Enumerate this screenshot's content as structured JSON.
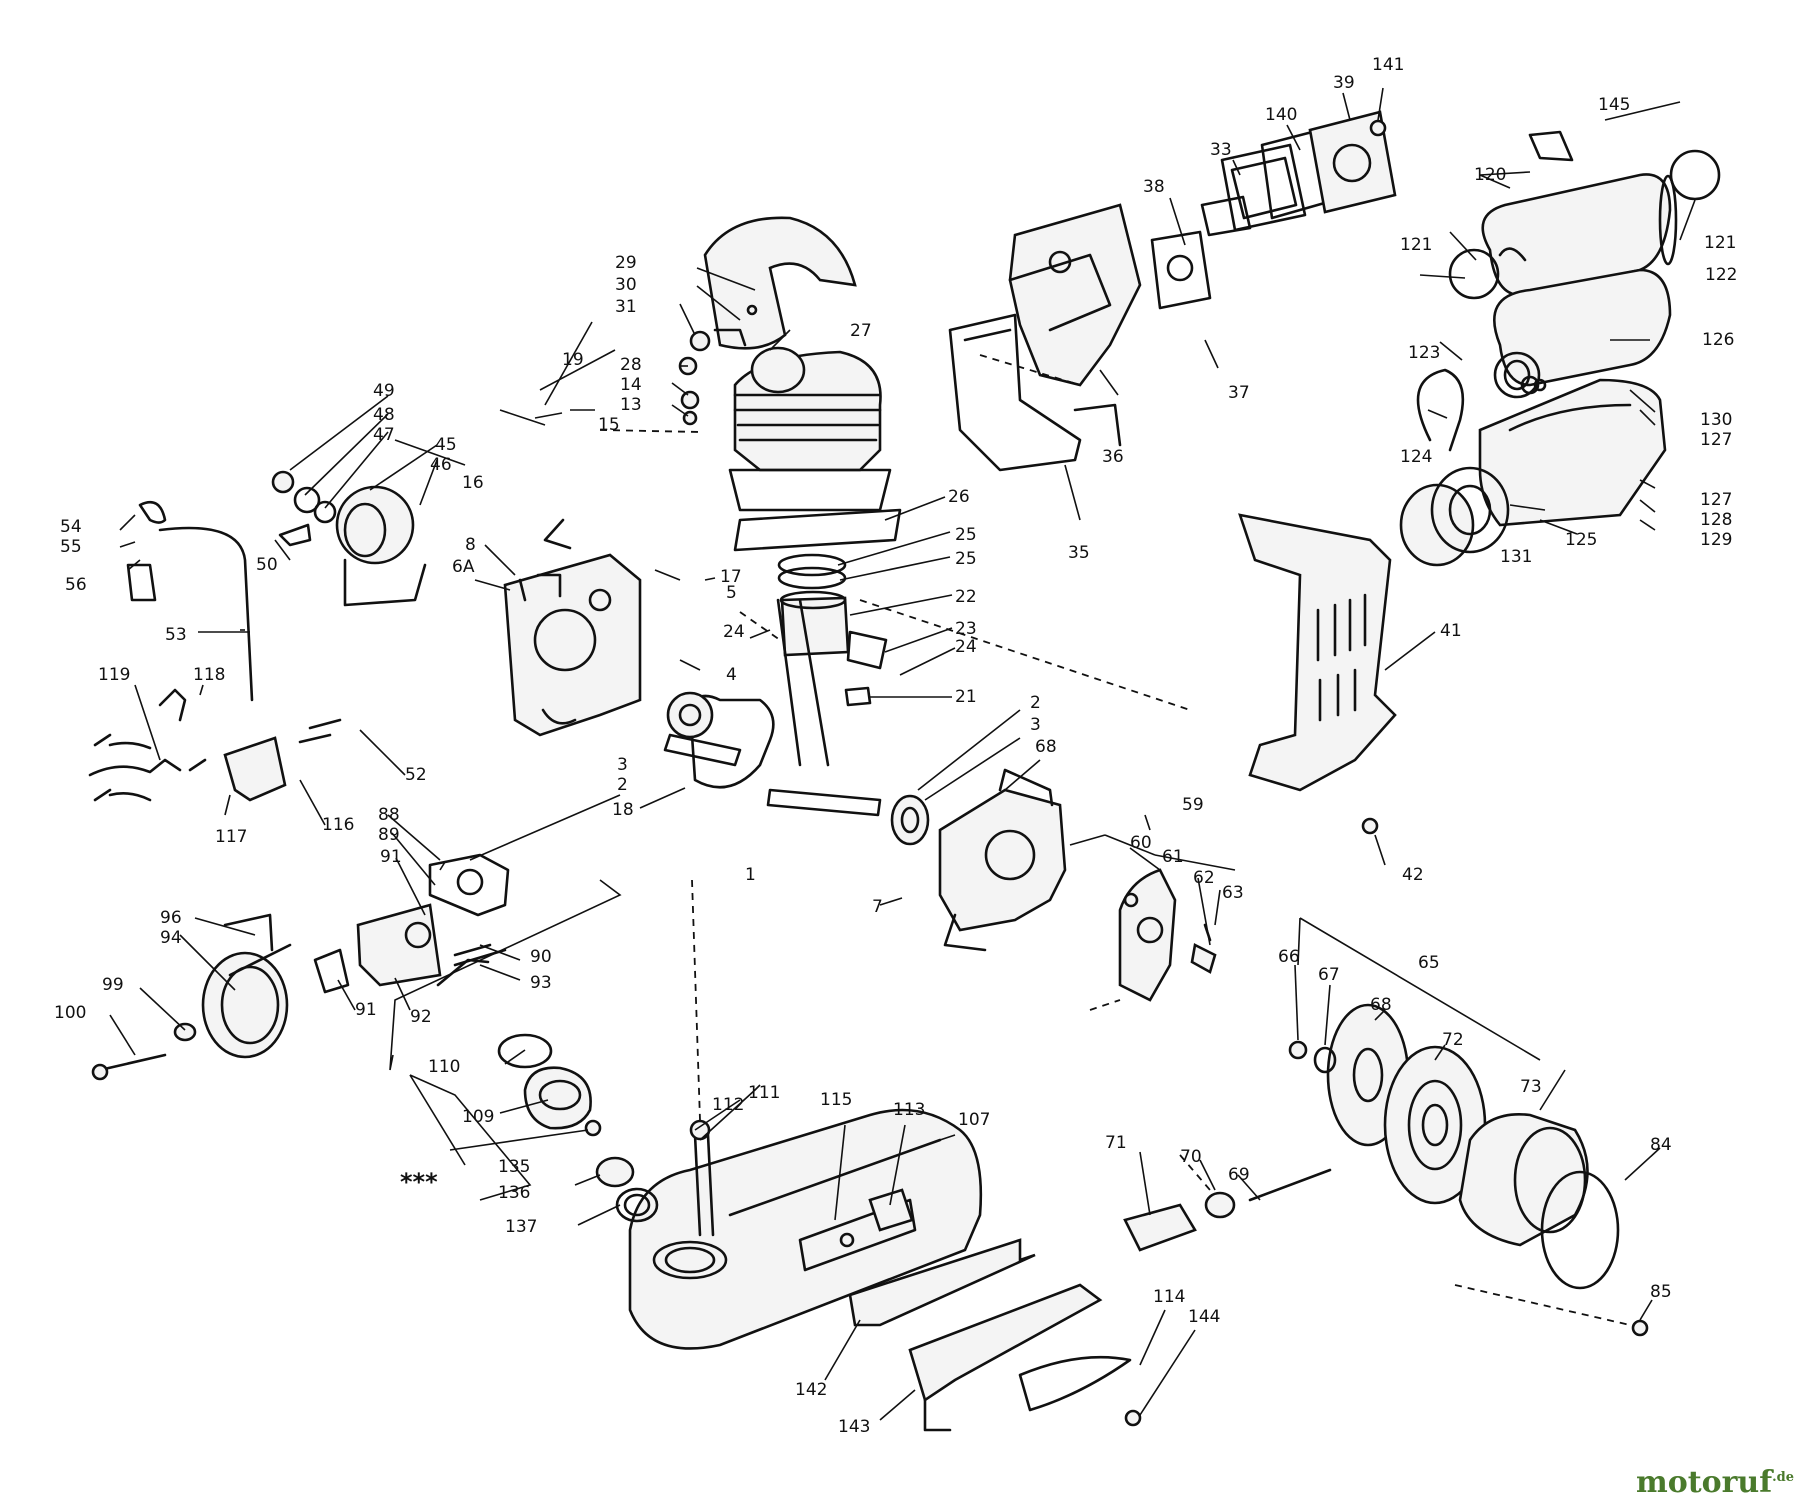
{
  "watermark": {
    "text": "motoruf",
    "tld": ".de",
    "color": "#4a7a2c",
    "dot_color": "#e8a400"
  },
  "callouts": {
    "c1": "1",
    "c2a": "2",
    "c2b": "2",
    "c3a": "3",
    "c3b": "3",
    "c4": "4",
    "c5": "5",
    "c6a": "6A",
    "c7": "7",
    "c8": "8",
    "c13": "13",
    "c14": "14",
    "c15": "15",
    "c16": "16",
    "c17": "17",
    "c18": "18",
    "c19": "19",
    "c21": "21",
    "c22": "22",
    "c23": "23",
    "c24a": "24",
    "c24b": "24",
    "c25a": "25",
    "c25b": "25",
    "c26": "26",
    "c27": "27",
    "c28": "28",
    "c29": "29",
    "c30": "30",
    "c31": "31",
    "c33": "33",
    "c35": "35",
    "c36": "36",
    "c37": "37",
    "c38": "38",
    "c39": "39",
    "c41": "41",
    "c42": "42",
    "c45": "45",
    "c46": "46",
    "c47": "47",
    "c48": "48",
    "c49": "49",
    "c50": "50",
    "c52": "52",
    "c53": "53",
    "c54": "54",
    "c55": "55",
    "c56": "56",
    "c59": "59",
    "c60": "60",
    "c61": "61",
    "c62": "62",
    "c63": "63",
    "c65": "65",
    "c66": "66",
    "c67": "67",
    "c68a": "68",
    "c68b": "68",
    "c69": "69",
    "c70": "70",
    "c71": "71",
    "c72": "72",
    "c73": "73",
    "c84": "84",
    "c85": "85",
    "c88": "88",
    "c89": "89",
    "c90": "90",
    "c91a": "91",
    "c91b": "91",
    "c92": "92",
    "c93": "93",
    "c94": "94",
    "c96": "96",
    "c99": "99",
    "c100": "100",
    "c107": "107",
    "c109": "109",
    "c110": "110",
    "c111": "111",
    "c112": "112",
    "c113": "113",
    "c114": "114",
    "c115": "115",
    "c116": "116",
    "c117": "117",
    "c118": "118",
    "c119": "119",
    "c120": "120",
    "c121a": "121",
    "c121b": "121",
    "c122": "122",
    "c123": "123",
    "c124": "124",
    "c125": "125",
    "c126": "126",
    "c127a": "127",
    "c127b": "127",
    "c128": "128",
    "c129": "129",
    "c130": "130",
    "c131": "131",
    "c135": "135",
    "c136": "136",
    "c137": "137",
    "c140": "140",
    "c141": "141",
    "c142": "142",
    "c143": "143",
    "c144": "144",
    "c145": "145",
    "stars": "***"
  }
}
